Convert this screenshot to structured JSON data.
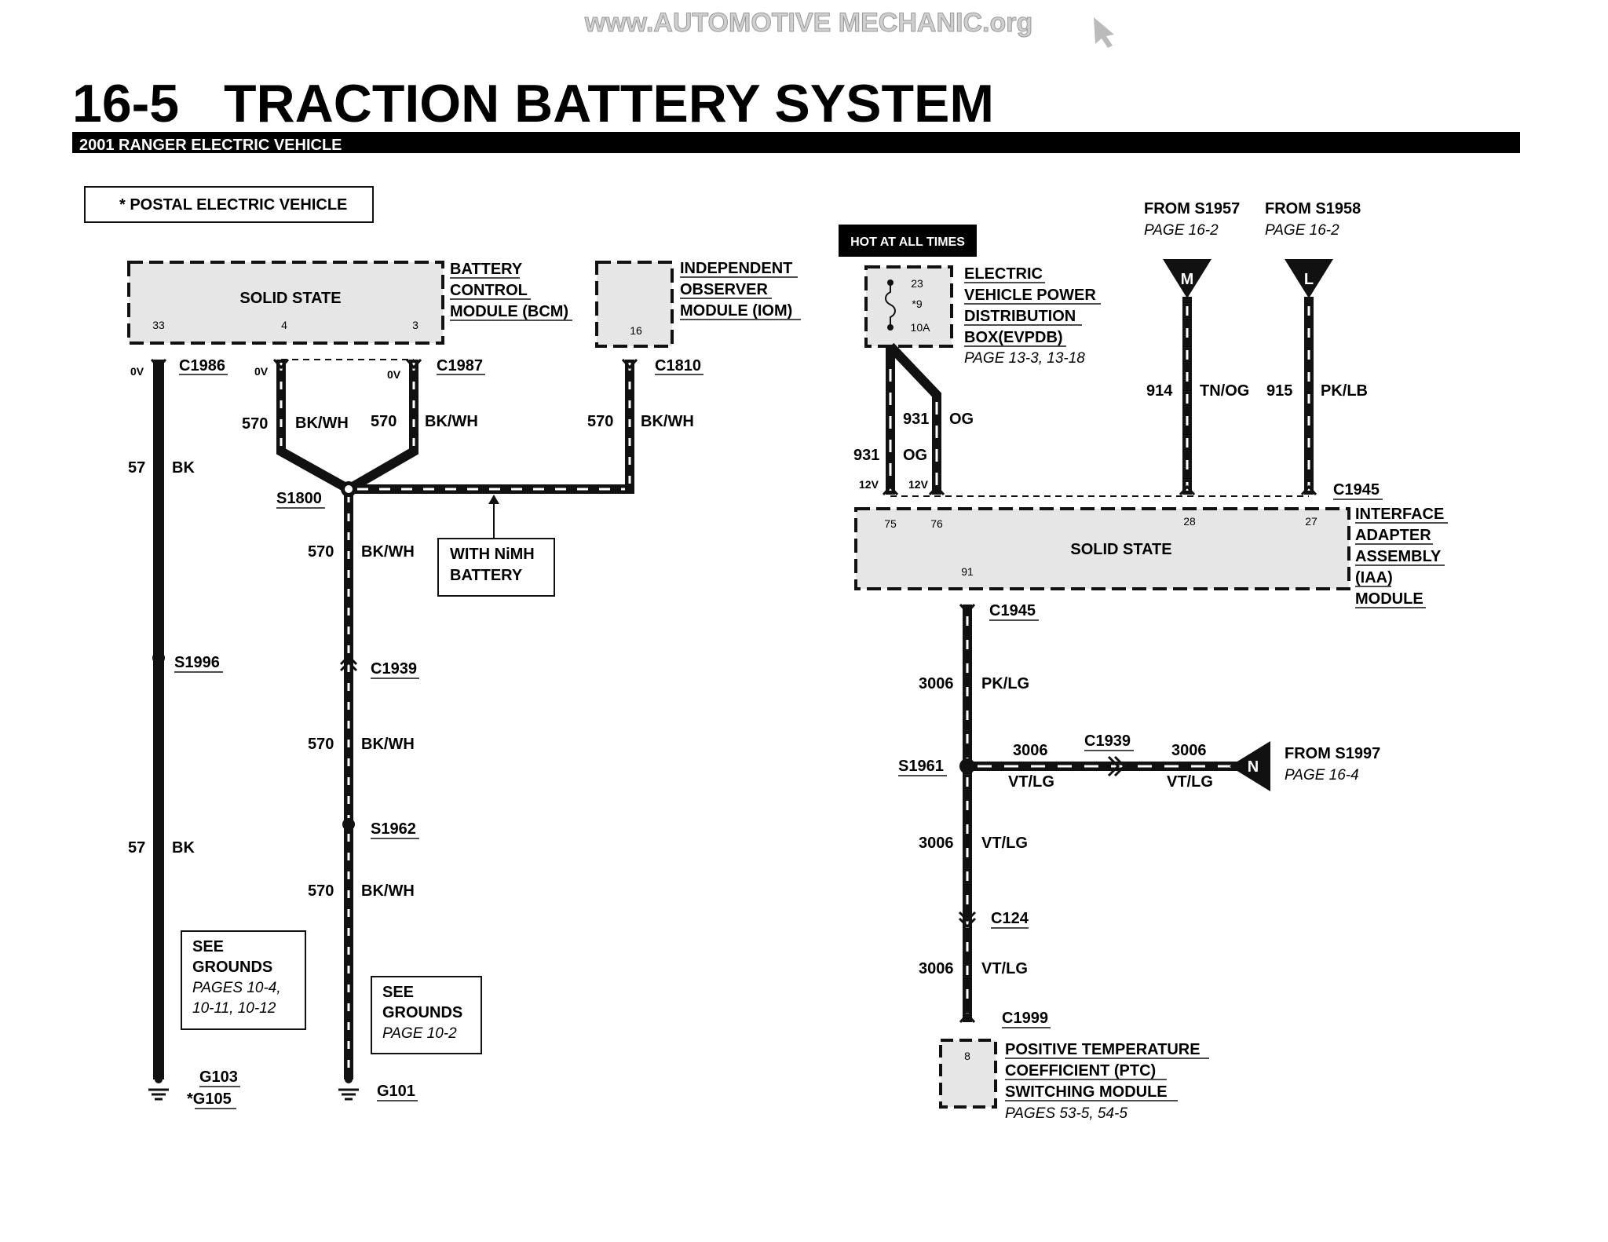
{
  "watermark": "www.AUTOMOTIVE MECHANIC.org",
  "header": {
    "page_number": "16-5",
    "title": "TRACTION BATTERY SYSTEM",
    "subtitle": "2001 RANGER ELECTRIC VEHICLE"
  },
  "legend": {
    "text": "* POSTAL ELECTRIC VEHICLE"
  },
  "bcm": {
    "inner_label": "SOLID STATE",
    "name_lines": [
      "BATTERY",
      "CONTROL",
      "MODULE (BCM)"
    ],
    "pins": [
      "33",
      "4",
      "3"
    ]
  },
  "iom": {
    "name_lines": [
      "INDEPENDENT",
      "OBSERVER",
      "MODULE (IOM)"
    ],
    "pin": "16"
  },
  "hot_label": "HOT AT ALL TIMES",
  "evpdb": {
    "fuse_lines": [
      "23",
      "*9",
      "10A"
    ],
    "name_lines": [
      "ELECTRIC",
      "VEHICLE POWER",
      "DISTRIBUTION",
      "BOX(EVPDB)"
    ],
    "page_ref": "PAGE 13-3, 13-18"
  },
  "from_s1957": {
    "title": "FROM S1957",
    "page": "PAGE 16-2",
    "marker": "M"
  },
  "from_s1958": {
    "title": "FROM S1958",
    "page": "PAGE 16-2",
    "marker": "L"
  },
  "from_s1997": {
    "title": "FROM S1997",
    "page": "PAGE 16-4",
    "marker": "N"
  },
  "iaa": {
    "inner_label": "SOLID STATE",
    "name_lines": [
      "INTERFACE",
      "ADAPTER",
      "ASSEMBLY",
      "(IAA)",
      "MODULE"
    ],
    "pins": [
      "75",
      "76",
      "28",
      "27",
      "91"
    ]
  },
  "ptc": {
    "pin": "8",
    "name_lines": [
      "POSITIVE TEMPERATURE",
      "COEFFICIENT (PTC)",
      "SWITCHING MODULE"
    ],
    "page_ref": "PAGES 53-5, 54-5"
  },
  "nimh_note": [
    "WITH NiMH",
    "BATTERY"
  ],
  "grounds_note_1": {
    "lines": [
      "SEE",
      "GROUNDS"
    ],
    "pages": [
      "PAGES 10-4,",
      "10-11, 10-12"
    ]
  },
  "grounds_note_2": {
    "lines": [
      "SEE",
      "GROUNDS"
    ],
    "pages": [
      "PAGE 10-2"
    ]
  },
  "connectors": {
    "c1986": "C1986",
    "c1987": "C1987",
    "c1810": "C1810",
    "s1800": "S1800",
    "s1996": "S1996",
    "c1939": "C1939",
    "s1962": "S1962",
    "g103": "G103",
    "g105": "*G105",
    "g101": "G101",
    "c1945_top": "C1945",
    "c1945_bot": "C1945",
    "s1961": "S1961",
    "c1939_r": "C1939",
    "c124": "C124",
    "c1999": "C1999"
  },
  "voltages": {
    "v0": "0V",
    "v12": "12V"
  },
  "wires": {
    "w57": {
      "circuit": "57",
      "color": "BK"
    },
    "w570": {
      "circuit": "570",
      "color": "BK/WH"
    },
    "w931": {
      "circuit": "931",
      "color": "OG"
    },
    "w914": {
      "circuit": "914",
      "color": "TN/OG"
    },
    "w915": {
      "circuit": "915",
      "color": "PK/LB"
    },
    "w3006_pklg": {
      "circuit": "3006",
      "color": "PK/LG"
    },
    "w3006_vtlg": {
      "circuit": "3006",
      "color": "VT/LG"
    }
  }
}
